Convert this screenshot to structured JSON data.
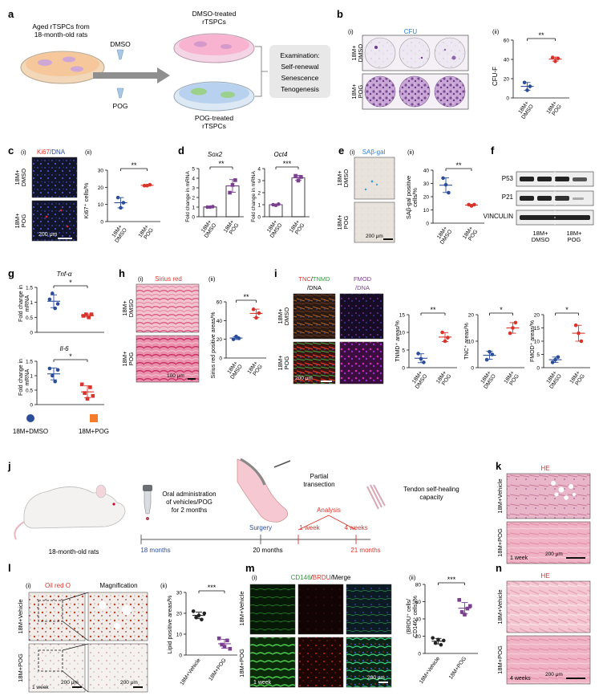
{
  "panels": {
    "a": "a",
    "b": "b",
    "c": "c",
    "d": "d",
    "e": "e",
    "f": "f",
    "g": "g",
    "h": "h",
    "i": "i",
    "j": "j",
    "k": "k",
    "l": "l",
    "m": "m",
    "n": "n"
  },
  "sub": {
    "i": "(i)",
    "ii": "(ii)"
  },
  "a": {
    "src1": "Aged rTSPCs from",
    "src2": "18-month-old rats",
    "dmso": "DMSO",
    "pog": "POG",
    "dmso_t1": "DMSO-treated",
    "dmso_t2": "rTSPCs",
    "pog_t1": "POG-treated",
    "pog_t2": "rTSPCs",
    "exam1": "Examination:",
    "exam2": "Self-renewal",
    "exam3": "Senescence",
    "exam4": "Tenogenesis"
  },
  "groups": {
    "m18": "18M+",
    "dmso": "DMSO",
    "pog": "POG",
    "dmso_full": "18M+DMSO",
    "pog_full": "18M+POG",
    "veh_full": "18M+Vehicle"
  },
  "sig": {
    "two": "**",
    "three": "***",
    "one": "*"
  },
  "b": {
    "stain": "CFU",
    "ylab": "CFU-F"
  },
  "c": {
    "stain_a": "Ki67",
    "stain_b": "/DNA",
    "ylab": "Ki67⁺ cells/%",
    "scale": "200 μm"
  },
  "d": {
    "g1": "Sox2",
    "g2": "Oct4",
    "ylab1": "Fold change in mRNA",
    "ylab2": "Fold change in mRNA"
  },
  "e": {
    "stain": "SAβ-gal",
    "ylab1": "SAβ-gal positive",
    "ylab2": "cells/%",
    "scale": "200 μm"
  },
  "f": {
    "p53": "P53",
    "p21": "P21",
    "vinculin": "VINCULIN"
  },
  "g": {
    "g1": "Tnf-α",
    "g2": "Il-6",
    "ylab1": "Fold change in",
    "ylab2": "mRNA",
    "leg1": "18M+DMSO",
    "leg2": "18M+POG"
  },
  "h": {
    "stain": "Sirius red",
    "ylab": "Sirius red positive areas/%",
    "scale": "100 μm"
  },
  "i": {
    "tnc": "TNC",
    "slash": "/",
    "tnmd": "TNMD",
    "dna": "/DNA",
    "fmod": "FMOD",
    "y1": "TNMD⁺ areas/%",
    "y2": "TNC⁺ areas/%",
    "y3": "FMOD⁺ areas/%",
    "scale": "200 μm"
  },
  "j": {
    "rats": "18-month-old rats",
    "oral1": "Oral administration",
    "oral2": "of vehicles/POG",
    "oral3": "for 2 months",
    "surgery": "Surgery",
    "partial1": "Partial",
    "partial2": "transection",
    "analysis": "Analysis",
    "wk1": "1 week",
    "wk4": "4 weeks",
    "heal1": "Tendon self-healing",
    "heal2": "capacity",
    "t18": "18 months",
    "t20": "20 months",
    "t21": "21 months"
  },
  "k": {
    "stain": "HE",
    "time": "1 week",
    "scale": "200 μm"
  },
  "l": {
    "stain": "Oil red O",
    "mag": "Magnification",
    "ylab": "Lipid positive areas/%",
    "time": "1 week",
    "scale": "200 μm"
  },
  "m": {
    "cd146": "CD146",
    "slash1": "/",
    "brdu": "BRDU",
    "merge": "/Merge",
    "ylab1": "(BRDU⁺ cells/",
    "ylab2": "CD146⁺ cells)/%",
    "time": "1 week",
    "scale": "200 μm"
  },
  "n": {
    "stain": "HE",
    "time": "4 weeks",
    "scale": "200 μm"
  },
  "colors": {
    "dmso": "#2b4d9a",
    "pog": "#d8342b",
    "purple": "#7a3f8f",
    "orange": "#f47b2a"
  }
}
